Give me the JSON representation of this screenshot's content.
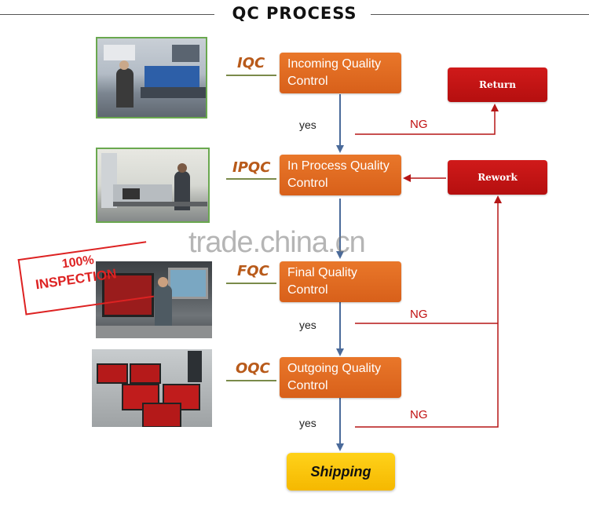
{
  "header": {
    "title": "QC PROCESS"
  },
  "steps": [
    {
      "code": "IQC",
      "name": "Incoming Quality Control"
    },
    {
      "code": "IPQC",
      "name": "In Process Quality Control"
    },
    {
      "code": "FQC",
      "name": "Final  Quality Control"
    },
    {
      "code": "OQC",
      "name": "Outgoing Quality Control"
    }
  ],
  "outcomes": {
    "return": "Return",
    "rework": "Rework",
    "shipping": "Shipping"
  },
  "labels": {
    "yes": "yes",
    "ng": "NG"
  },
  "inspection_stamp": {
    "line1": "100%",
    "line2": "INSPECTION"
  },
  "watermark": "trade.china.cn",
  "colors": {
    "step_box": "#e06b22",
    "outcome_box": "#c41414",
    "shipping_box": "#fcc40a",
    "ng_line": "#b51616",
    "flow_arrow": "#4a6a9a"
  }
}
